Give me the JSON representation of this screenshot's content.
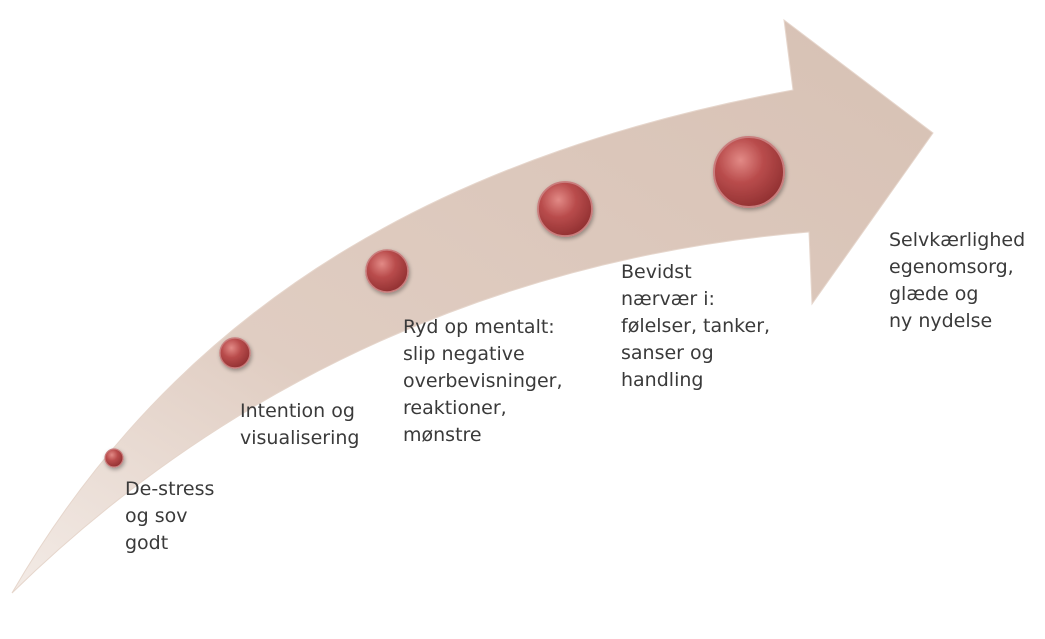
{
  "diagram": {
    "colors": {
      "arrow_fill": "#dcc8bd",
      "bubble_fill": "#b84b4b",
      "label_text": "#3a3a3a"
    },
    "steps": [
      {
        "label": "De-stress\nog sov\ngodt"
      },
      {
        "label": "Intention og\nvisualisering"
      },
      {
        "label": "Ryd op mentalt:\nslip negative\noverbevisninger,\nreaktioner,\nmønstre"
      },
      {
        "label": "Bevidst\nnærvær i:\nfølelser, tanker,\nsanser og\nhandling"
      },
      {
        "label": "Selvkærlighed\negenomsorg,\nglæde og\nny nydelse"
      }
    ]
  }
}
